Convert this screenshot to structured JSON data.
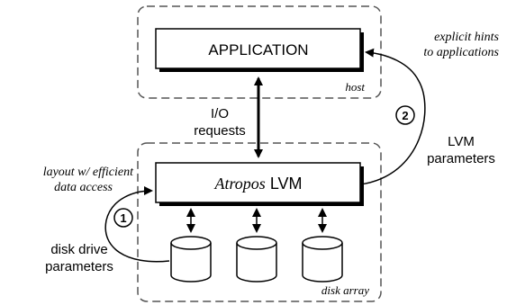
{
  "host_box": {
    "label": "host"
  },
  "application": {
    "label": "APPLICATION"
  },
  "io_requests": {
    "line1": "I/O",
    "line2": "requests"
  },
  "explicit_hints": {
    "line1": "explicit hints",
    "line2": "to applications"
  },
  "lvm_parameters": {
    "line1": "LVM",
    "line2": "parameters"
  },
  "lvm": {
    "name_italic": "Atropos",
    "name_rest": "LVM"
  },
  "layout_note": {
    "line1": "layout w/ efficient",
    "line2": "data access"
  },
  "disk_drive_parameters": {
    "line1": "disk drive",
    "line2": "parameters"
  },
  "disk_array": {
    "label": "disk array",
    "disk_count": 3
  },
  "steps": {
    "step1": "1",
    "step2": "2"
  }
}
